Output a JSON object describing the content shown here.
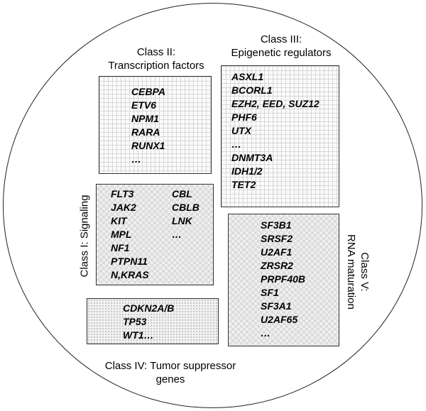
{
  "class2": {
    "title_line1": "Class II:",
    "title_line2": "Transcription factors",
    "genes": [
      "CEBPA",
      "ETV6",
      "NPM1",
      "RARA",
      "RUNX1",
      "…"
    ]
  },
  "class3": {
    "title_line1": "Class III:",
    "title_line2": "Epigenetic regulators",
    "genes": [
      "ASXL1",
      "BCORL1",
      "EZH2, EED, SUZ12",
      "PHF6",
      "UTX",
      "…",
      "DNMT3A",
      "IDH1/2",
      "TET2"
    ]
  },
  "class1": {
    "title": "Class I: Signaling",
    "genes_col1": [
      "FLT3",
      "JAK2",
      "KIT",
      "MPL",
      "NF1",
      "PTPN11",
      "N,KRAS"
    ],
    "genes_col2": [
      "CBL",
      "CBLB",
      "LNK",
      "…"
    ]
  },
  "class5": {
    "title_line1": "Class V:",
    "title_line2": "RNA maturation",
    "genes": [
      "SF3B1",
      "SRSF2",
      "U2AF1",
      "ZRSR2",
      "PRPF40B",
      "SF1",
      "SF3A1",
      "U2AF65",
      "…"
    ]
  },
  "class4": {
    "title_line1": "Class IV: Tumor suppressor",
    "title_line2": "genes",
    "genes": [
      "CDKN2A/B",
      "TP53",
      "WT1…"
    ]
  }
}
